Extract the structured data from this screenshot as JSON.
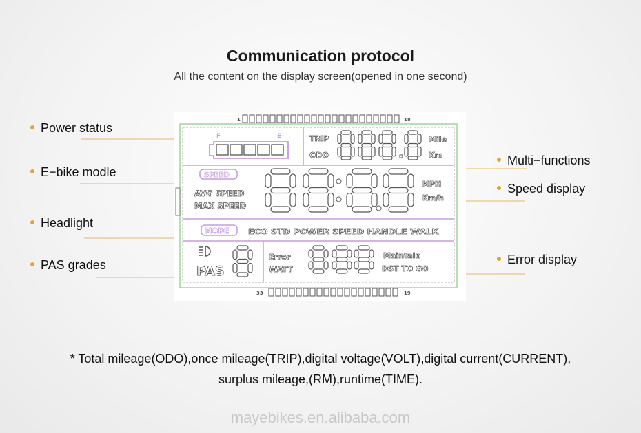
{
  "header": {
    "title": "Communication protocol",
    "subtitle": "All the content on the display screen(opened in one second)"
  },
  "callouts": {
    "power_status": "Power status",
    "ebike_modle": "E−bike modle",
    "headlight": "Headlight",
    "pas_grades": "PAS grades",
    "multi_functions": "Multi−functions",
    "speed_display": "Speed display",
    "error_display": "Error display"
  },
  "lcd": {
    "pin_start": "1",
    "pin_end": "18",
    "pin_bottom_start": "33",
    "pin_bottom_end": "19",
    "battery_full": "F",
    "battery_empty": "E",
    "trip": "TRIP",
    "odo": "ODO",
    "mile": "Mile",
    "km": "Km",
    "speed_badge": "SPEED",
    "avg_speed": "AVG SPEED",
    "max_speed": "MAX SPEED",
    "mph": "MPH",
    "kmh": "Km/h",
    "mode_badge": "MODE",
    "modes": "ECO STD POWER SPEED HANDLE WALK",
    "pas": "PAS",
    "error": "Error",
    "watt": "WATT",
    "maintain": "Maintain",
    "dst_to_go": "DST  TO GO"
  },
  "footnote": {
    "line1": "* Total mileage(ODO),once mileage(TRIP),digital voltage(VOLT),digital current(CURRENT),",
    "line2": "surplus mileage,(RM),runtime(TIME)."
  },
  "watermark": "mayebikes.en.alibaba.com",
  "colors": {
    "accent_dot": "#e2a43a",
    "leader_line": "#e6b86a",
    "lcd_purple": "#c79be0",
    "lcd_green": "#9fd69a",
    "lcd_segment": "#555555"
  }
}
